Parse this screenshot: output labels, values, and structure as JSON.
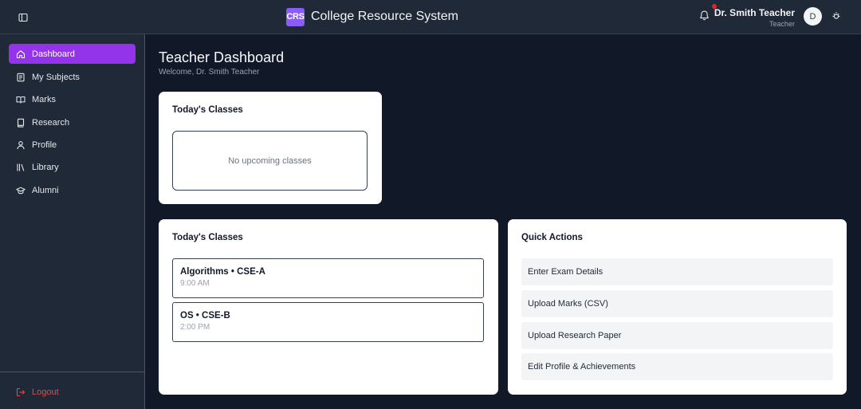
{
  "header": {
    "brand_logo": "CRS",
    "brand_title": "College Resource System",
    "user_name": "Dr. Smith Teacher",
    "user_role": "Teacher",
    "avatar_initial": "D",
    "notification_dot_color": "#dc2626",
    "icons": [
      "sidebar-toggle-icon",
      "bell-icon",
      "theme-toggle-icon"
    ]
  },
  "sidebar": {
    "items": [
      {
        "label": "Dashboard",
        "icon": "home-icon",
        "active": true
      },
      {
        "label": "My Subjects",
        "icon": "notebook-icon",
        "active": false
      },
      {
        "label": "Marks",
        "icon": "open-book-icon",
        "active": false
      },
      {
        "label": "Research",
        "icon": "book-icon",
        "active": false
      },
      {
        "label": "Profile",
        "icon": "user-icon",
        "active": false
      },
      {
        "label": "Library",
        "icon": "library-icon",
        "active": false
      },
      {
        "label": "Alumni",
        "icon": "graduation-cap-icon",
        "active": false
      }
    ],
    "logout_label": "Logout",
    "accent_color": "#9333ea",
    "logout_color": "#ef4444"
  },
  "main": {
    "title": "Teacher Dashboard",
    "subtitle": "Welcome, Dr. Smith Teacher",
    "todays_classes_top": {
      "title": "Today's Classes",
      "empty_text": "No upcoming classes"
    },
    "todays_classes": {
      "title": "Today's Classes",
      "items": [
        {
          "name": "Algorithms • CSE-A",
          "time": "9:00 AM"
        },
        {
          "name": "OS • CSE-B",
          "time": "2:00 PM"
        }
      ]
    },
    "quick_actions": {
      "title": "Quick Actions",
      "items": [
        "Enter Exam Details",
        "Upload Marks (CSV)",
        "Upload Research Paper",
        "Edit Profile & Achievements"
      ]
    }
  }
}
